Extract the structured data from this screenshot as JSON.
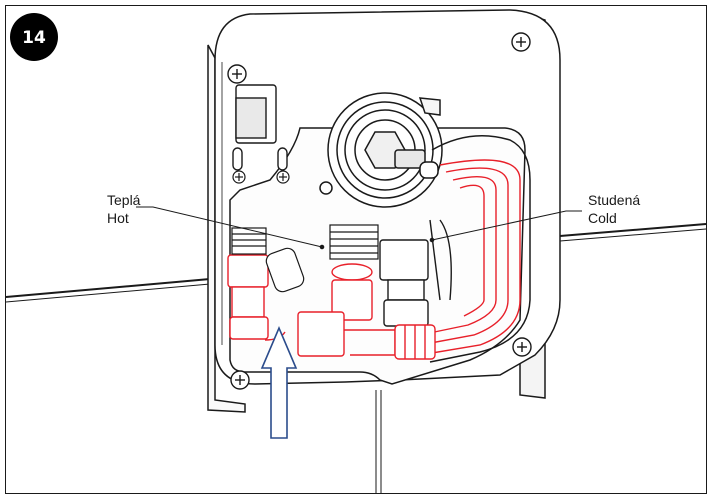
{
  "step_number": "14",
  "labels": {
    "hot_cz": "Teplá",
    "hot_en": "Hot",
    "cold_cz": "Studená",
    "cold_en": "Cold"
  },
  "colors": {
    "line": "#1a1a1a",
    "hot_pipe": "#e8202a",
    "flow_arrow": "#2b4c8c",
    "background": "#ffffff",
    "badge": "#000000"
  },
  "icons": [
    "screw-icon",
    "flow-arrow-icon"
  ]
}
